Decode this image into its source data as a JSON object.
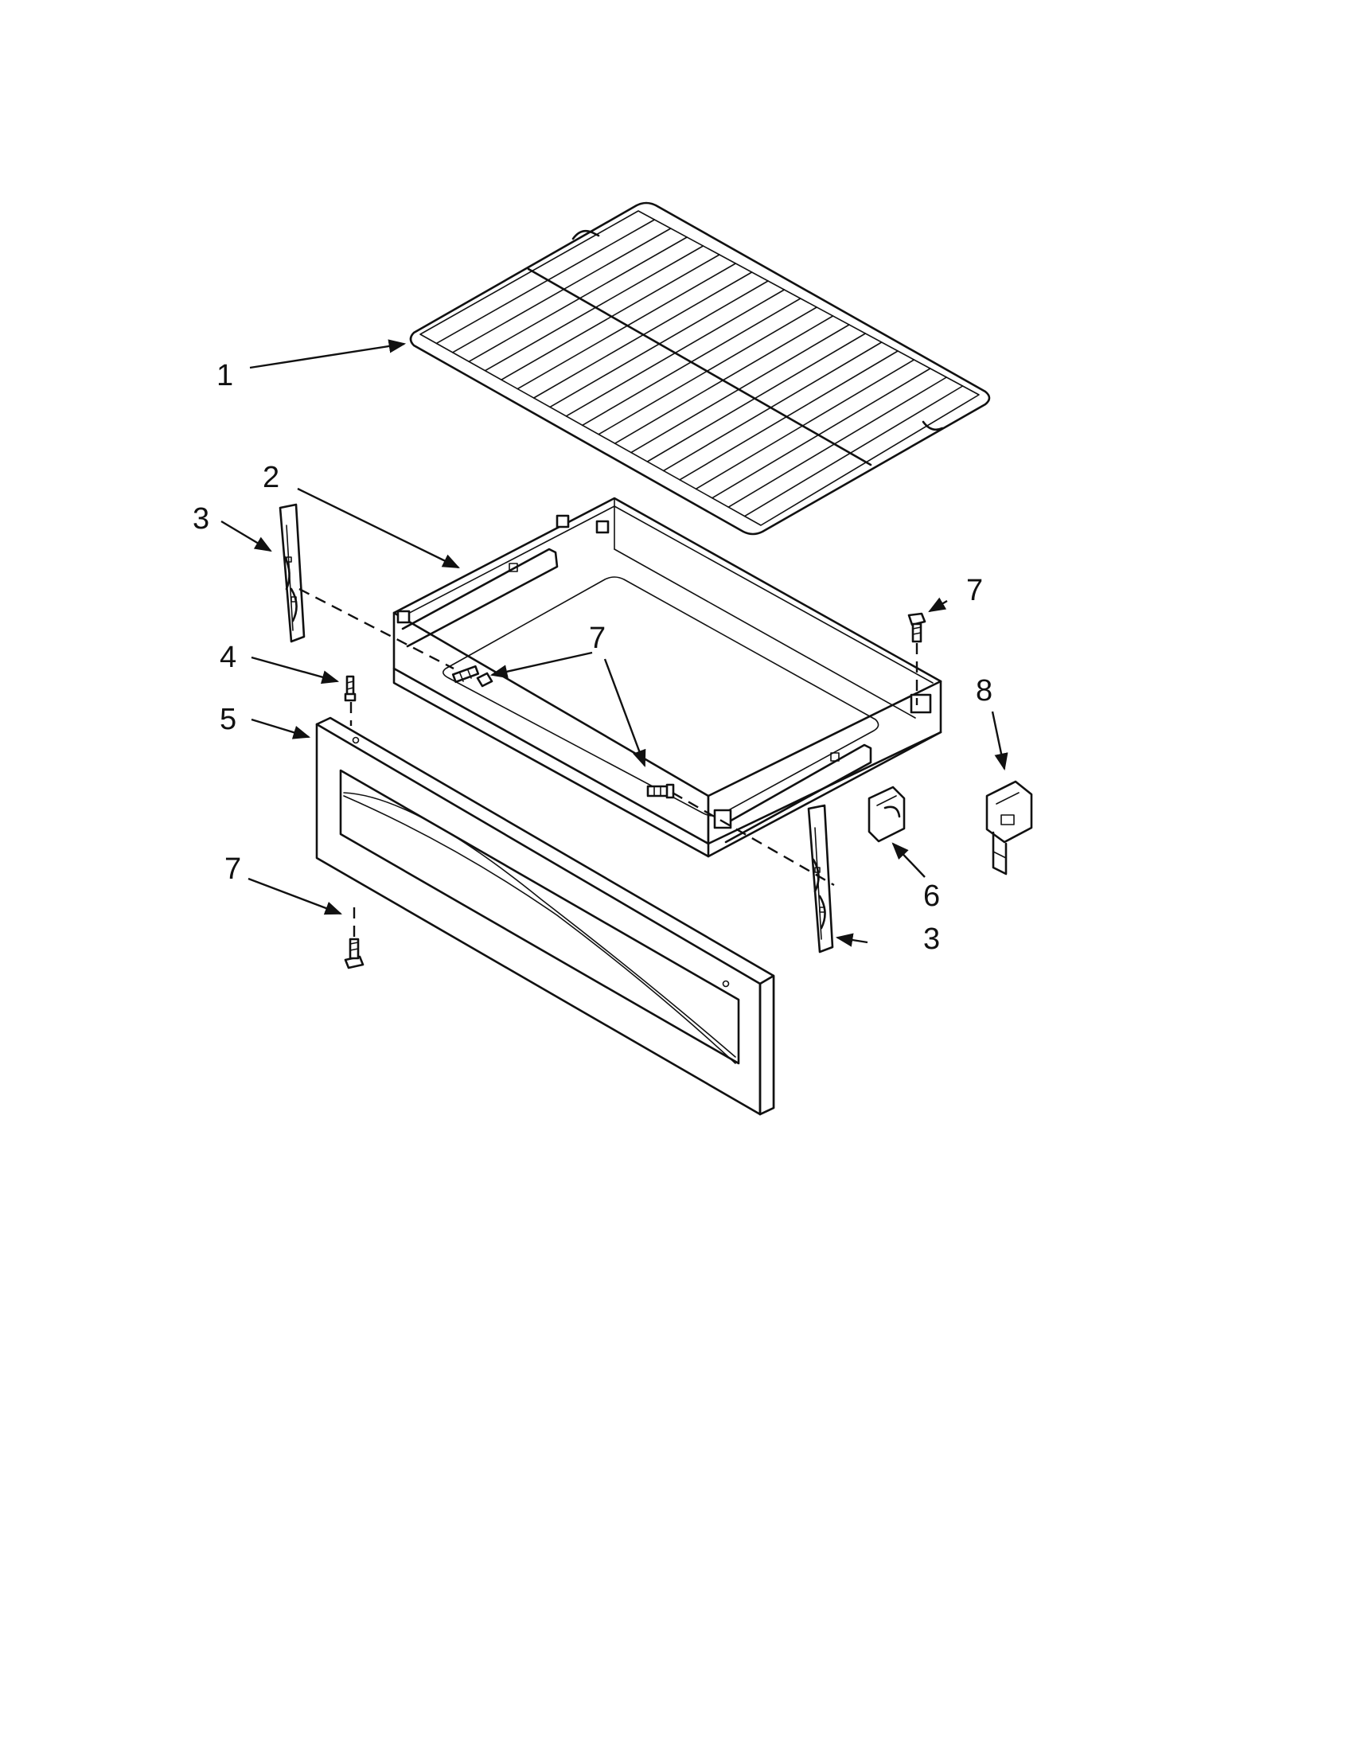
{
  "callouts": [
    {
      "id": "c1",
      "label": "1"
    },
    {
      "id": "c2",
      "label": "2"
    },
    {
      "id": "c3a",
      "label": "3"
    },
    {
      "id": "c3b",
      "label": "3"
    },
    {
      "id": "c4",
      "label": "4"
    },
    {
      "id": "c5",
      "label": "5"
    },
    {
      "id": "c6",
      "label": "6"
    },
    {
      "id": "c7a",
      "label": "7"
    },
    {
      "id": "c7b",
      "label": "7"
    },
    {
      "id": "c7c",
      "label": "7"
    },
    {
      "id": "c8",
      "label": "8"
    }
  ],
  "colors": {
    "line": "#111111",
    "background": "#ffffff"
  }
}
